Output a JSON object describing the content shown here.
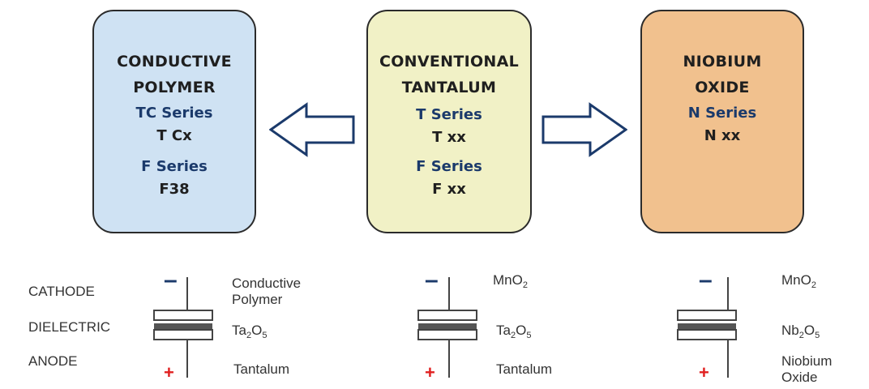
{
  "boxes": [
    {
      "title_line1": "CONDUCTIVE",
      "title_line2": "POLYMER",
      "series": [
        {
          "name": "TC Series",
          "code": "T Cx"
        },
        {
          "name": "F Series",
          "code": "F38"
        }
      ],
      "color": "#cfe2f3"
    },
    {
      "title_line1": "CONVENTIONAL",
      "title_line2": "TANTALUM",
      "series": [
        {
          "name": "T Series",
          "code": "T xx"
        },
        {
          "name": "F Series",
          "code": "F xx"
        }
      ],
      "color": "#f1f1c6"
    },
    {
      "title_line1": "NIOBIUM",
      "title_line2": "OXIDE",
      "series": [
        {
          "name": "N Series",
          "code": "N xx"
        }
      ],
      "color": "#f1c18e"
    }
  ],
  "arrows": [
    {
      "direction": "left",
      "icon": "hollow-arrow-left-icon"
    },
    {
      "direction": "right",
      "icon": "hollow-arrow-right-icon"
    }
  ],
  "row_labels": {
    "cathode": "CATHODE",
    "dielectric": "DIELECTRIC",
    "anode": "ANODE"
  },
  "signs": {
    "minus": "–",
    "plus": "+"
  },
  "capacitors": [
    {
      "cathode_line1": "Conductive",
      "cathode_line2": "Polymer",
      "dielectric_base": "Ta",
      "dielectric_sub1": "2",
      "dielectric_mid": "O",
      "dielectric_sub2": "5",
      "anode_line1": "Tantalum",
      "anode_line2": ""
    },
    {
      "cathode_base": "MnO",
      "cathode_sub": "2",
      "dielectric_base": "Ta",
      "dielectric_sub1": "2",
      "dielectric_mid": "O",
      "dielectric_sub2": "5",
      "anode_line1": "Tantalum",
      "anode_line2": ""
    },
    {
      "cathode_base": "MnO",
      "cathode_sub": "2",
      "dielectric_base": "Nb",
      "dielectric_sub1": "2",
      "dielectric_mid": "O",
      "dielectric_sub2": "5",
      "anode_line1": "Niobium",
      "anode_line2": "Oxide"
    }
  ],
  "colors": {
    "series_blue": "#1b3a6b",
    "plus_red": "#e02020",
    "outline": "#2b2b2b"
  }
}
